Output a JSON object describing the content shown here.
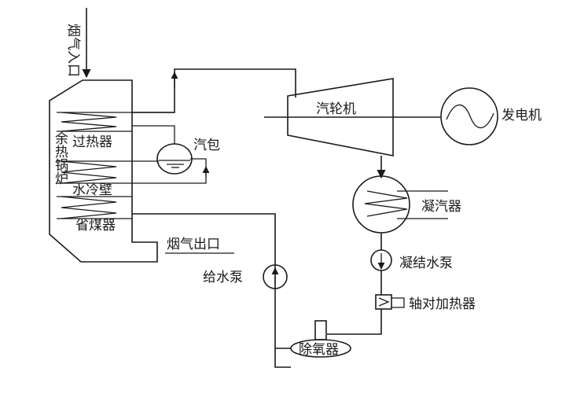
{
  "labels": {
    "flue_gas_inlet": "烟气入口",
    "hrsg": "余热锅炉",
    "superheater": "过热器",
    "steam_drum": "汽包",
    "water_wall": "水冷壁",
    "economizer": "省煤器",
    "flue_gas_outlet": "烟气出口",
    "feed_pump": "给水泵",
    "turbine": "汽轮机",
    "generator": "发电机",
    "condenser": "凝汽器",
    "condensate_pump": "凝结水泵",
    "gland_heater": "轴对加热器",
    "deaerator": "除氧器"
  }
}
